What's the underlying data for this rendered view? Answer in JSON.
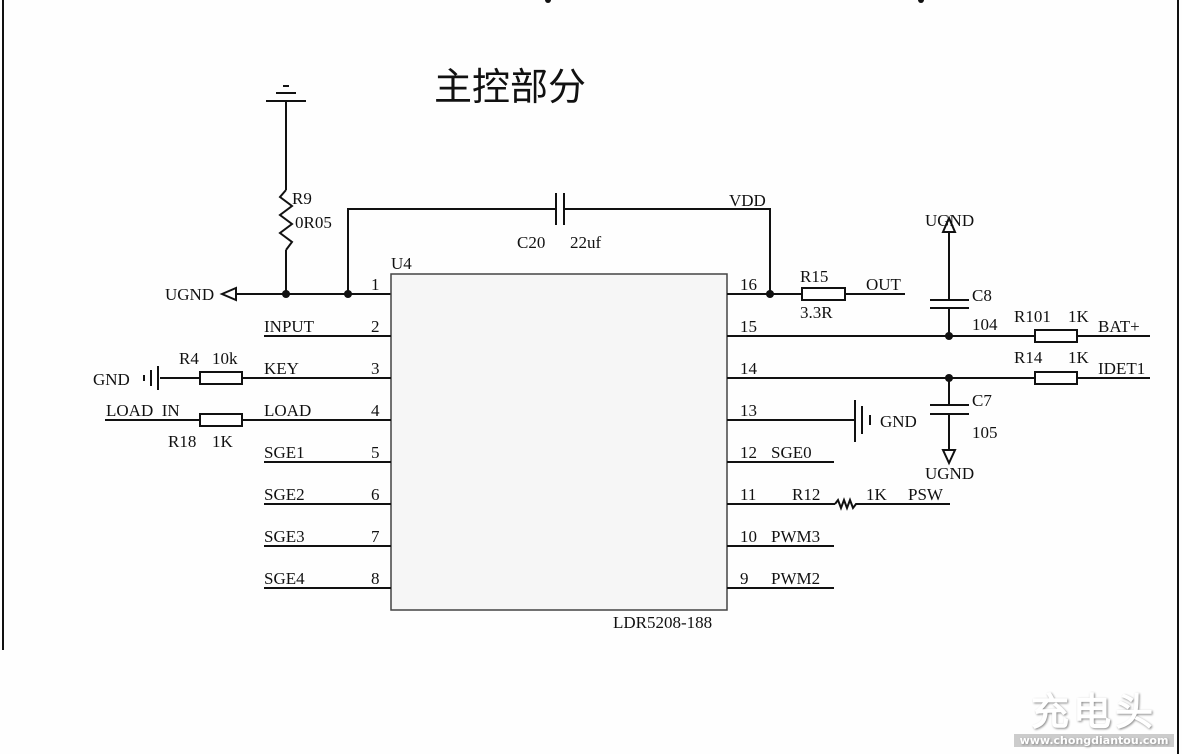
{
  "title": "主控部分",
  "chip": {
    "ref": "U4",
    "part": "LDR5208-188"
  },
  "left_pins": [
    {
      "num": "1",
      "label": ""
    },
    {
      "num": "2",
      "label": "INPUT"
    },
    {
      "num": "3",
      "label": "KEY"
    },
    {
      "num": "4",
      "label": "LOAD"
    },
    {
      "num": "5",
      "label": "SGE1"
    },
    {
      "num": "6",
      "label": "SGE2"
    },
    {
      "num": "7",
      "label": "SGE3"
    },
    {
      "num": "8",
      "label": "SGE4"
    }
  ],
  "right_pins": [
    {
      "num": "16",
      "label": ""
    },
    {
      "num": "15",
      "label": ""
    },
    {
      "num": "14",
      "label": ""
    },
    {
      "num": "13",
      "label": ""
    },
    {
      "num": "12",
      "label": "SGE0"
    },
    {
      "num": "11",
      "label": ""
    },
    {
      "num": "10",
      "label": "PWM3"
    },
    {
      "num": "9",
      "label": "PWM2"
    }
  ],
  "components": {
    "r9": {
      "ref": "R9",
      "value": "0R05"
    },
    "c20": {
      "ref": "C20",
      "value": "22uf"
    },
    "r4": {
      "ref": "R4",
      "value": "10k"
    },
    "r18": {
      "ref": "R18",
      "value": "1K"
    },
    "r15": {
      "ref": "R15",
      "value": "3.3R"
    },
    "c8": {
      "ref": "C8",
      "value": "104"
    },
    "c7": {
      "ref": "C7",
      "value": "105"
    },
    "r101": {
      "ref": "R101",
      "value": "1K"
    },
    "r14": {
      "ref": "R14",
      "value": "1K"
    },
    "r12": {
      "ref": "R12",
      "value": "1K"
    }
  },
  "nets": {
    "ugnd": "UGND",
    "gnd": "GND",
    "vdd": "VDD",
    "load_in": "LOAD  IN",
    "out": "OUT",
    "bat": "BAT+",
    "idet": "IDET1",
    "psw": "PSW"
  },
  "watermark": {
    "logo": "充电头",
    "url": "www.chongdiantou.com"
  }
}
